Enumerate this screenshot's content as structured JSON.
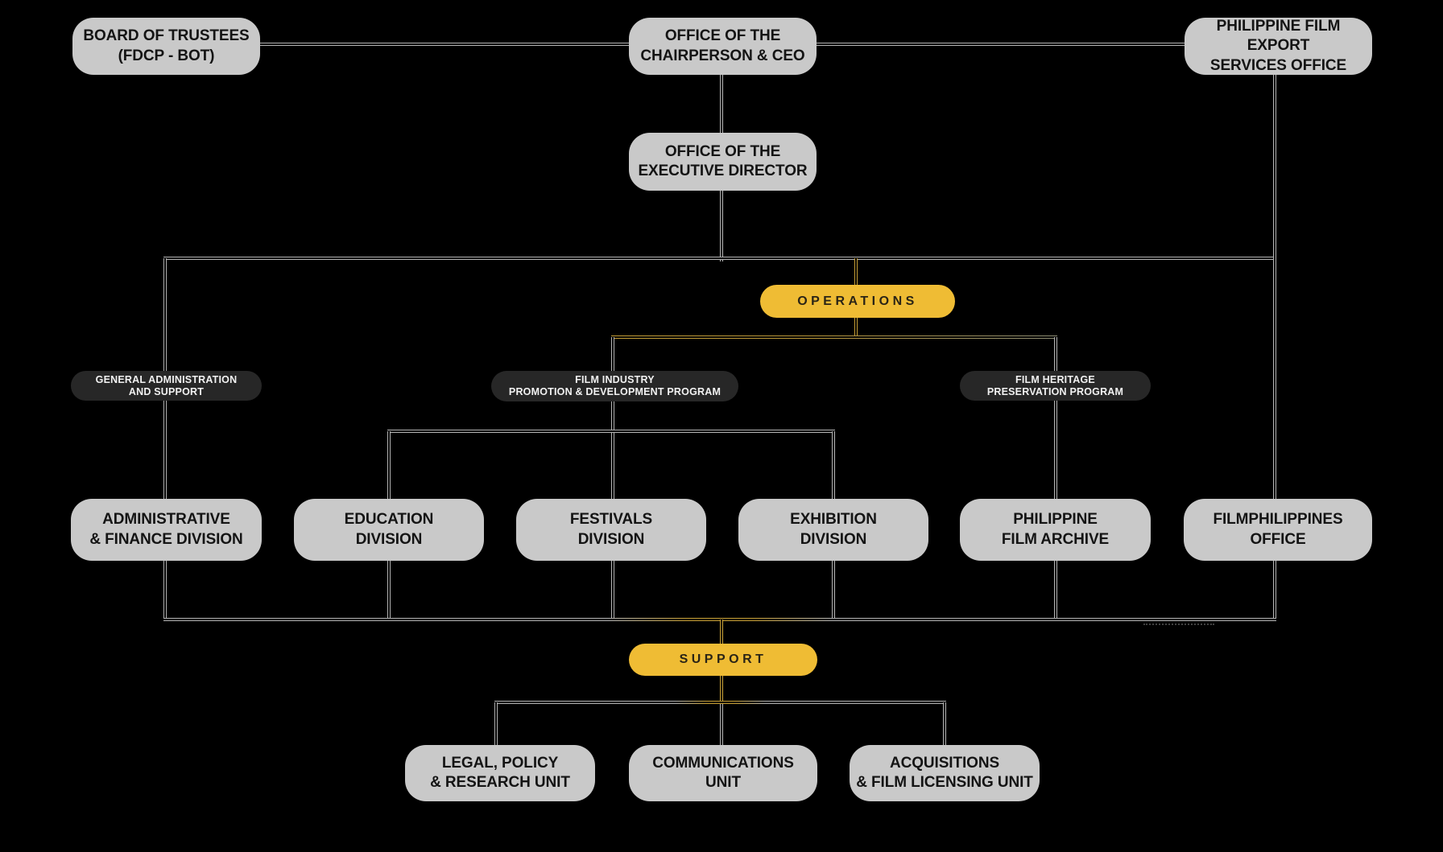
{
  "colors": {
    "background": "#000000",
    "box_fill": "#c9c9c9",
    "box_text": "#141414",
    "dark_pill_fill": "#272727",
    "dark_pill_text": "#f1f1f1",
    "gold_pill_fill": "#efbc34",
    "gold_pill_text": "#2a2416",
    "line_gray": "#b4b4b4",
    "line_gold": "#c9a137"
  },
  "nodes": {
    "board": {
      "l1": "BOARD OF TRUSTEES",
      "l2": "(FDCP - BOT)"
    },
    "chairperson": {
      "l1": "OFFICE OF THE",
      "l2": "CHAIRPERSON & CEO"
    },
    "export_office": {
      "l1": "PHILIPPINE FILM EXPORT",
      "l2": "SERVICES OFFICE"
    },
    "exec_director": {
      "l1": "OFFICE OF THE",
      "l2": "EXECUTIVE DIRECTOR"
    },
    "operations": {
      "l1": "OPERATIONS"
    },
    "gen_admin": {
      "l1": "GENERAL ADMINISTRATION",
      "l2": "AND SUPPORT"
    },
    "film_industry": {
      "l1": "FILM INDUSTRY",
      "l2": "PROMOTION & DEVELOPMENT PROGRAM"
    },
    "film_heritage": {
      "l1": "FILM HERITAGE",
      "l2": "PRESERVATION PROGRAM"
    },
    "admin_finance": {
      "l1": "ADMINISTRATIVE",
      "l2": "& FINANCE DIVISION"
    },
    "education": {
      "l1": "EDUCATION",
      "l2": "DIVISION"
    },
    "festivals": {
      "l1": "FESTIVALS",
      "l2": "DIVISION"
    },
    "exhibition": {
      "l1": "EXHIBITION",
      "l2": "DIVISION"
    },
    "film_archive": {
      "l1": "PHILIPPINE",
      "l2": "FILM ARCHIVE"
    },
    "filmphilippines": {
      "l1": "FILMPHILIPPINES",
      "l2": "OFFICE"
    },
    "support": {
      "l1": "SUPPORT"
    },
    "legal": {
      "l1": "LEGAL, POLICY",
      "l2": "& RESEARCH UNIT"
    },
    "communications": {
      "l1": "COMMUNICATIONS",
      "l2": "UNIT"
    },
    "acquisitions": {
      "l1": "ACQUISITIONS",
      "l2": "& FILM LICENSING UNIT"
    }
  }
}
